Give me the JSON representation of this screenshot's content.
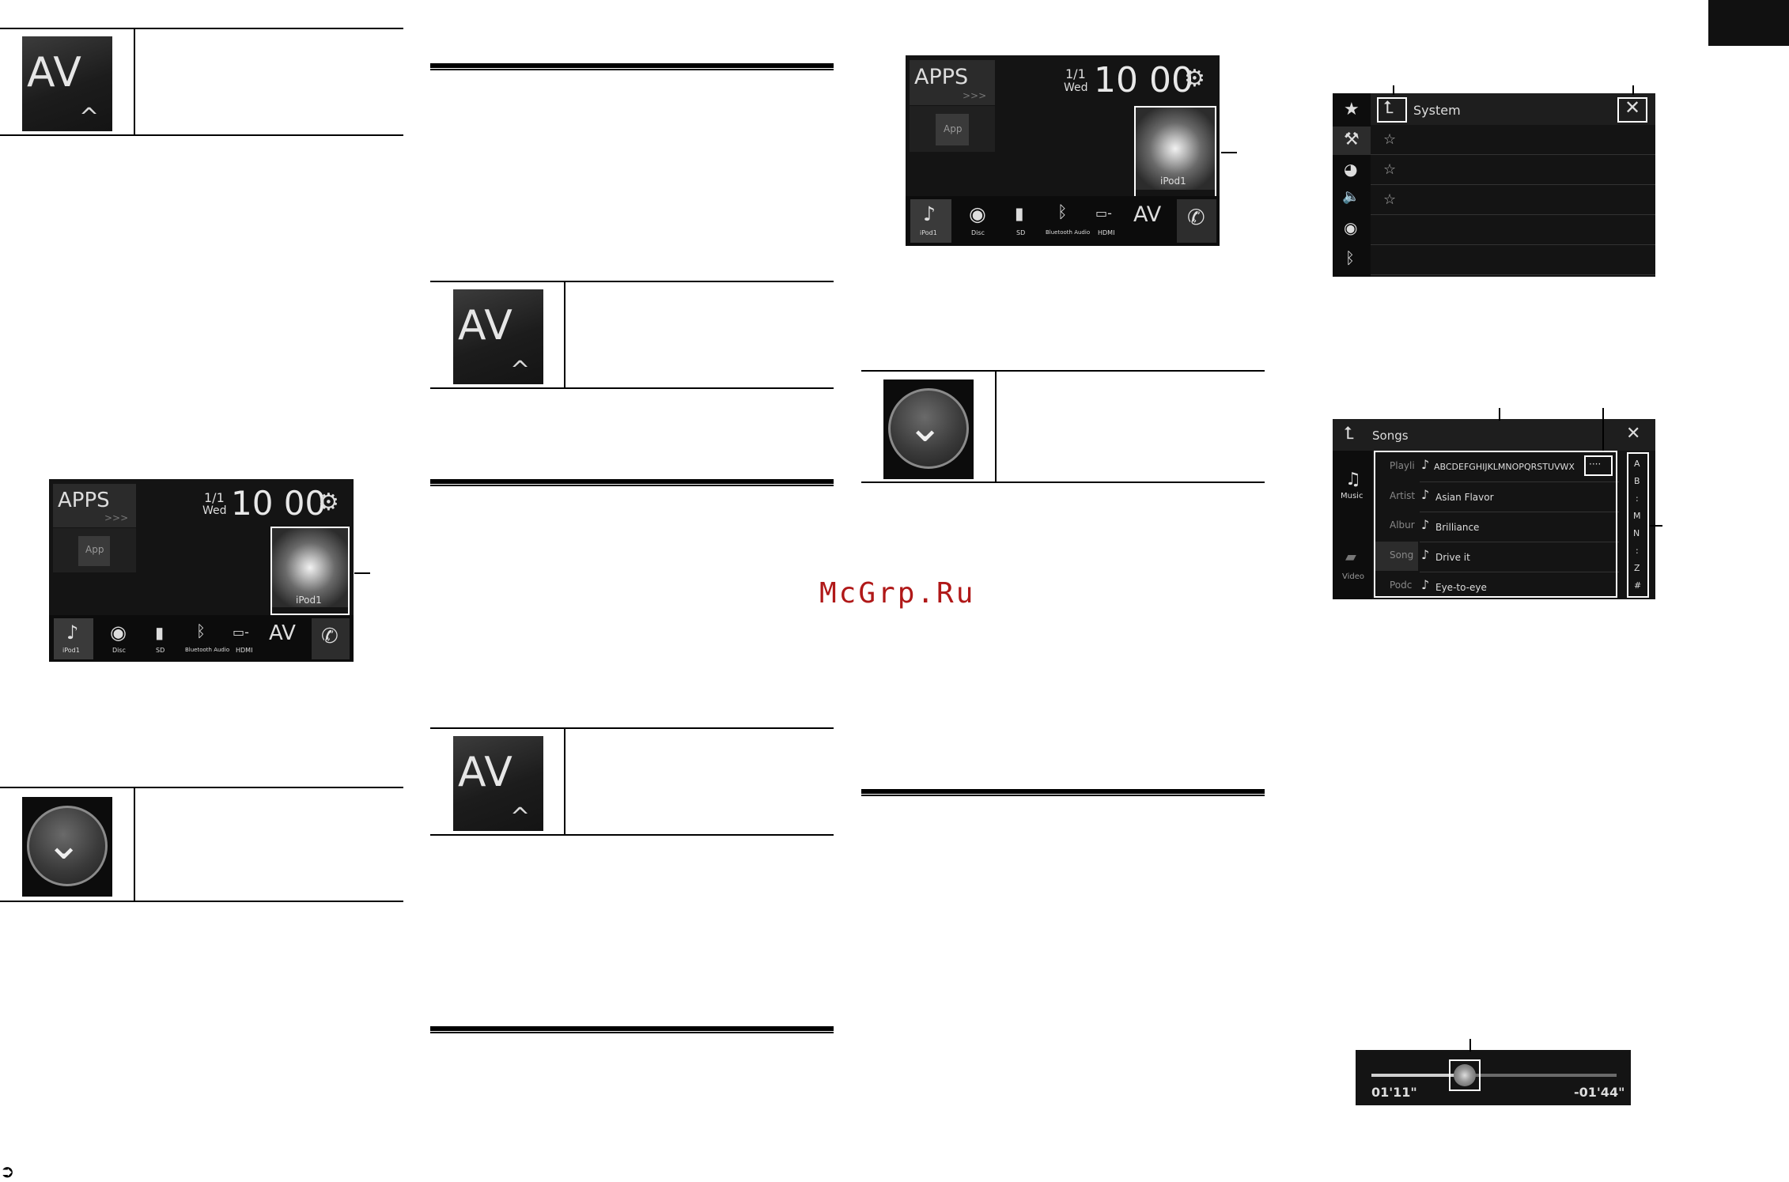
{
  "watermark": "McGrp.Ru",
  "labels": {
    "av": "AV",
    "apps": "APPS",
    "app": "App",
    "arrows": ">>>",
    "date": "1/1",
    "weekday": "Wed",
    "time": "10 00",
    "ipod": "iPod1"
  },
  "source_bar": [
    "iPod1",
    "Disc",
    "SD",
    "Bluetooth Audio",
    "HDMI"
  ],
  "system_screen": {
    "title": "System"
  },
  "songs_screen": {
    "title": "Songs",
    "side_items": [
      "Music",
      "Video"
    ],
    "categories": [
      "Playli",
      "Artist",
      "Albur",
      "Song",
      "Podc"
    ],
    "songs": [
      "ABCDEFGHIJKLMNOPQRSTUVWX",
      "Asian Flavor",
      "Brilliance",
      "Drive it",
      "Eye-to-eye"
    ],
    "more": "····",
    "index": [
      "A",
      "B",
      ":",
      "M",
      "N",
      ":",
      "Z",
      "#"
    ]
  },
  "progress": {
    "elapsed": "01'11\"",
    "remaining": "-01'44\"",
    "fraction": 0.38
  },
  "colors": {
    "watermark": "#b01818",
    "screen_bg": "#141414"
  }
}
